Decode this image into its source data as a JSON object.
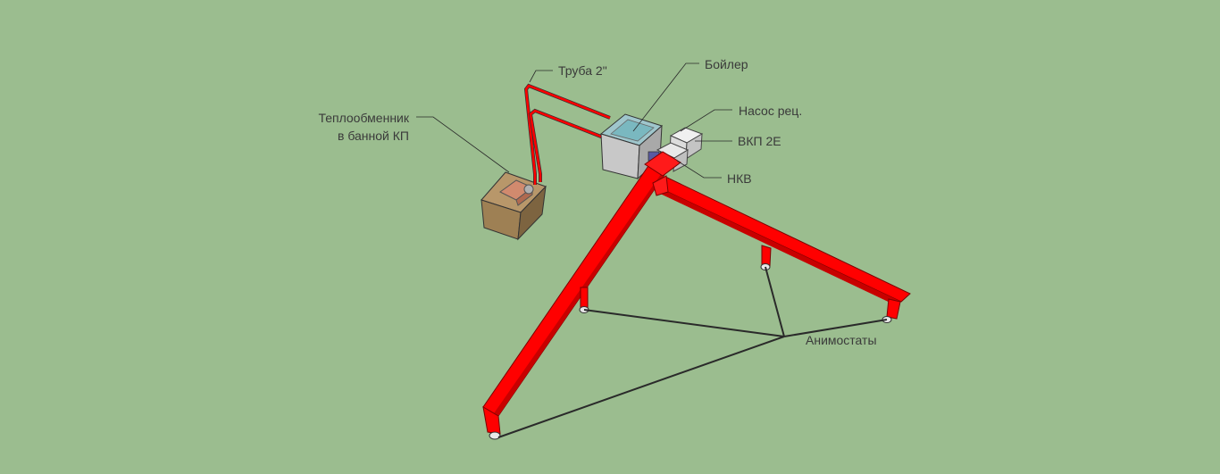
{
  "colors": {
    "background": "#9bbd8f",
    "pipe": "#ff0000",
    "pipe_shadow": "#c80000",
    "boiler": "#c8c8c8",
    "water": "#7ab8c0",
    "heat_exchanger": "#9e8054",
    "leader_line": "#2a2a2a"
  },
  "labels": {
    "heat_exchanger_line1": "Теплообменник",
    "heat_exchanger_line2": "в банной КП",
    "pipe": "Труба 2\"",
    "boiler": "Бойлер",
    "pump": "Насос рец.",
    "vkp": "ВКП 2Е",
    "nkv": "НКВ",
    "anemostats": "Анимостаты"
  }
}
